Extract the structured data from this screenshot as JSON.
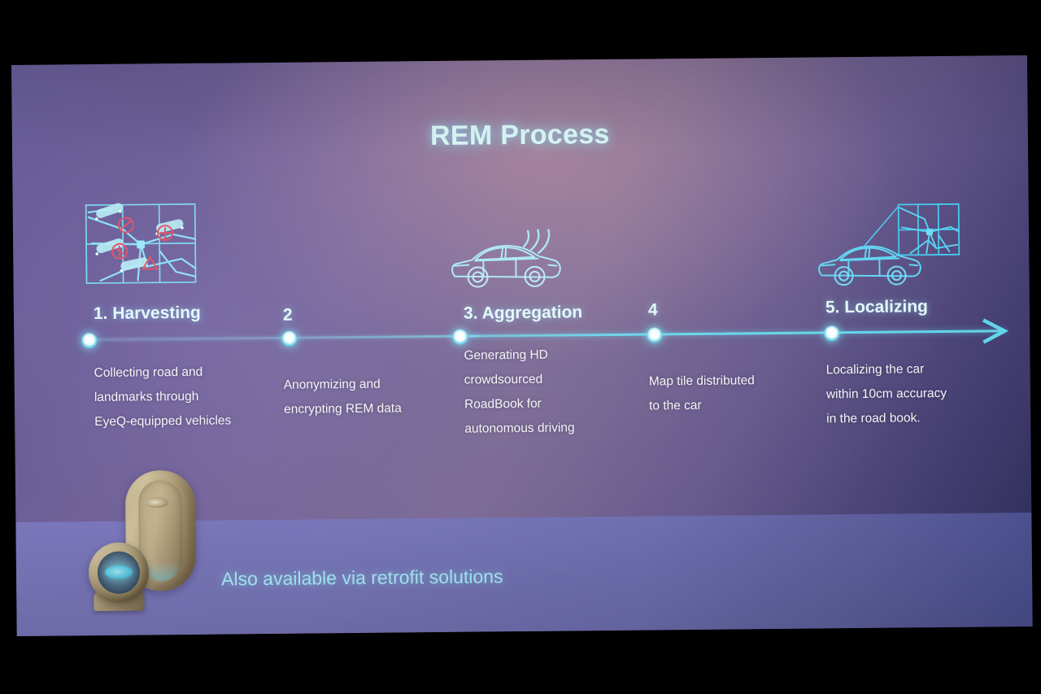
{
  "slide": {
    "title": "REM Process",
    "retrofit_note": "Also available via retrofit solutions",
    "accent_cyan": "#68d8ea",
    "title_color": "#d8f6f7",
    "body_color": "#f4f4f8",
    "landmark_red": "#e0566a",
    "background_purple": "#6d5f97",
    "band_color": "#7877bb"
  },
  "steps": [
    {
      "label": "1. Harvesting",
      "number": "1",
      "icon": "map-tile-with-cars-icon",
      "desc_lines": [
        "Collecting road and",
        "landmarks through",
        "EyeQ-equipped vehicles"
      ]
    },
    {
      "label": "2",
      "number": "2",
      "icon": "none",
      "desc_lines": [
        "Anonymizing and",
        "encrypting REM data"
      ]
    },
    {
      "label": "3. Aggregation",
      "number": "3",
      "icon": "car-with-wifi-icon",
      "desc_lines": [
        "Generating HD",
        "crowdsourced",
        "RoadBook for",
        "autonomous driving"
      ]
    },
    {
      "label": "4",
      "number": "4",
      "icon": "none",
      "desc_lines": [
        "Map  tile distributed",
        "to the car"
      ]
    },
    {
      "label": "5. Localizing",
      "number": "5",
      "icon": "car-with-map-tile-icon",
      "desc_lines": [
        "Localizing the car",
        "within 10cm accuracy",
        "in the road book."
      ]
    }
  ],
  "device": {
    "name": "mobileye-retrofit-device",
    "parts": [
      "display-unit",
      "camera-unit",
      "mount-stand"
    ]
  }
}
